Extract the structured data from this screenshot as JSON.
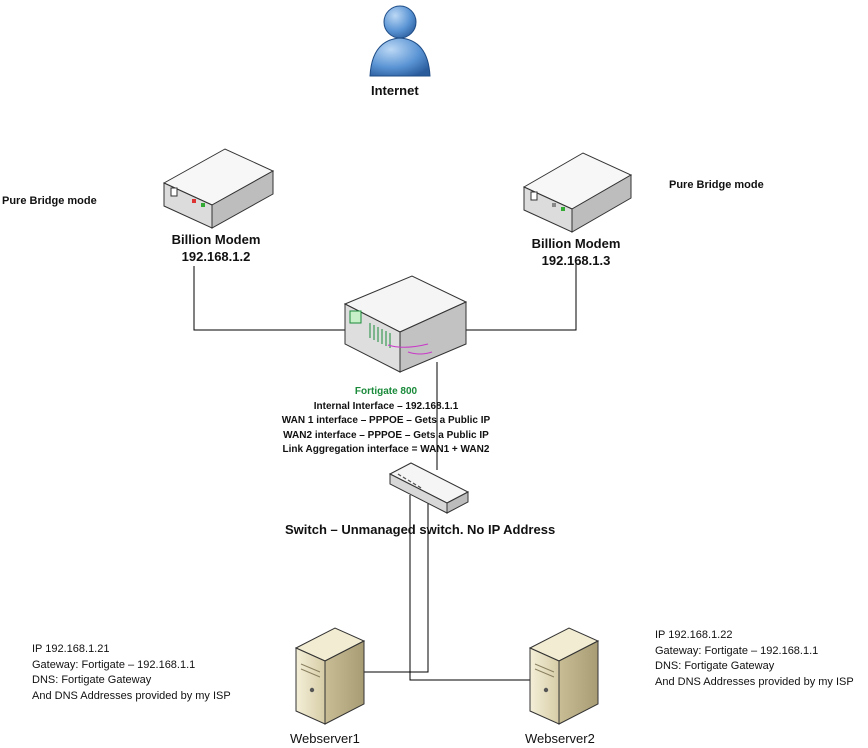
{
  "internet": {
    "label": "Internet",
    "icon": "user-icon"
  },
  "modem1": {
    "name": "Billion Modem",
    "ip": "192.168.1.2",
    "mode": "Pure Bridge mode"
  },
  "modem2": {
    "name": "Billion Modem",
    "ip": "192.168.1.3",
    "mode": "Pure Bridge mode"
  },
  "firewall": {
    "name": "Fortigate 800",
    "lines": [
      "Internal Interface – 192.168.1.1",
      "WAN 1 interface – PPPOE – Gets a Public IP",
      "WAN2 interface – PPPOE – Gets a Public IP",
      "Link Aggregation interface = WAN1 + WAN2"
    ]
  },
  "switch": {
    "label": "Switch – Unmanaged switch. No IP Address"
  },
  "webserver1": {
    "label": "Webserver1",
    "lines": [
      "IP 192.168.1.21",
      "Gateway: Fortigate – 192.168.1.1",
      "DNS: Fortigate Gateway",
      "And DNS Addresses provided by my ISP"
    ]
  },
  "webserver2": {
    "label": "Webserver2",
    "lines": [
      "IP 192.168.1.22",
      "Gateway: Fortigate – 192.168.1.1",
      "DNS: Fortigate Gateway",
      "And DNS Addresses provided by my ISP"
    ]
  },
  "colors": {
    "accent_green": "#1a8a3a",
    "user_blue": "#4a86c8",
    "server_beige": "#e8e0c0"
  }
}
